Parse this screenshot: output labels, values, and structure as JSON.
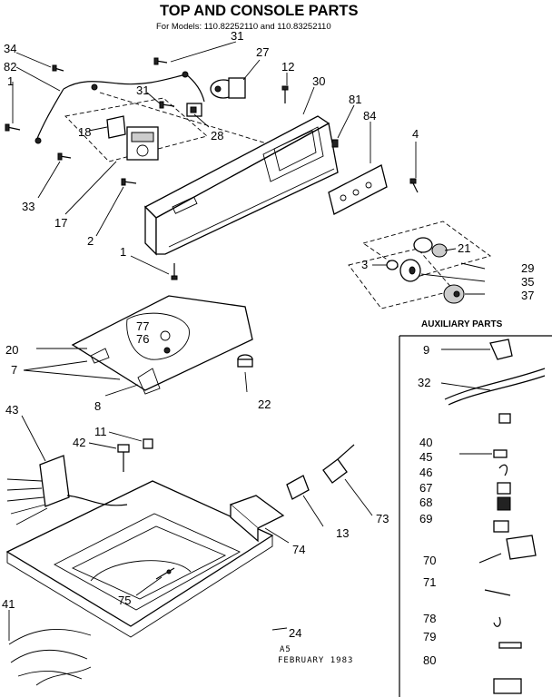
{
  "title": "TOP AND CONSOLE PARTS",
  "subtitle": "For Models: 110.82252110 and 110.83252110",
  "auxiliary_heading": "AUXILIARY PARTS",
  "footer": {
    "code": "A5",
    "date": "FEBRUARY 1983"
  },
  "callouts": {
    "p34": "34",
    "p82": "82",
    "p1a": "1",
    "p31a": "31",
    "p27": "27",
    "p12": "12",
    "p30": "30",
    "p81": "81",
    "p84": "84",
    "p4": "4",
    "p31b": "31",
    "p18": "18",
    "p28": "28",
    "p33": "33",
    "p17": "17",
    "p2": "2",
    "p21": "21",
    "p3": "3",
    "p29": "29",
    "p35": "35",
    "p37": "37",
    "p1b": "1",
    "p77": "77",
    "p76": "76",
    "p20": "20",
    "p7": "7",
    "p8": "8",
    "p22": "22",
    "p43": "43",
    "p11": "11",
    "p42": "42",
    "p13": "13",
    "p73": "73",
    "p74": "74",
    "p75": "75",
    "p41": "41",
    "p24": "24"
  },
  "aux_labels": {
    "a9": "9",
    "a32": "32",
    "a40": "40",
    "a45": "45",
    "a46": "46",
    "a67": "67",
    "a68": "68",
    "a69": "69",
    "a70": "70",
    "a71": "71",
    "a78": "78",
    "a79": "79",
    "a80": "80"
  }
}
